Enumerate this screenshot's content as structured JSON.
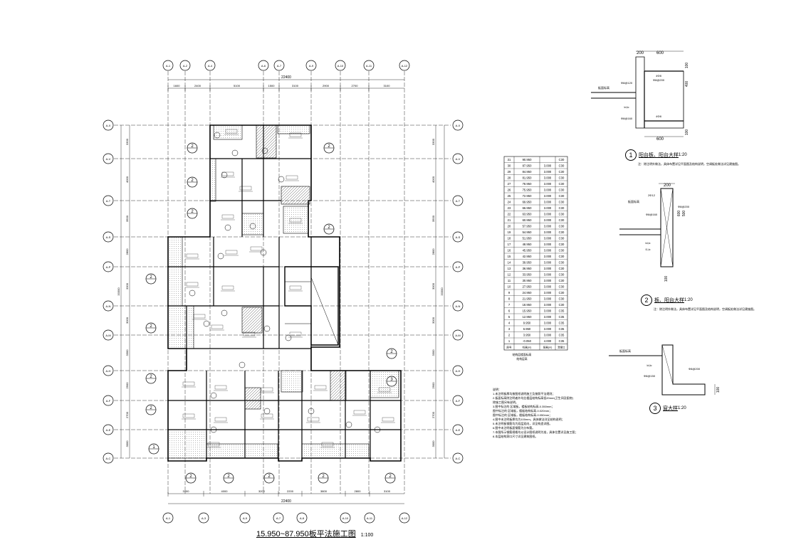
{
  "plan": {
    "title": "15.950~87.950板平法施工图",
    "scale": "1:100",
    "top_axes": [
      "A-1",
      "A-2",
      "A-4",
      "A-6",
      "A-7",
      "A-9",
      "A-10",
      "A-11",
      "A-12"
    ],
    "bottom_axes": [
      "A-1",
      "A-3",
      "A-5",
      "A-7",
      "A-8",
      "A-10",
      "A-11",
      "A-12"
    ],
    "left_axes": [
      "A-X",
      "A-V",
      "A-T",
      "A-S",
      "A-P",
      "A-N",
      "A-M",
      "A-H",
      "A-F",
      "A-E",
      "A-C"
    ],
    "right_axes": [
      "A-X",
      "A-V",
      "A-T",
      "A-S",
      "A-P",
      "A-N",
      "A-M",
      "A-H",
      "A-F",
      "A-E",
      "A-C"
    ],
    "top_total_dim": "22400",
    "top_dims": [
      "1600",
      "2400",
      "5100",
      "1500",
      "3100",
      "2900",
      "2700",
      "3100"
    ],
    "bottom_total_dim": "22400",
    "bottom_dims": [
      "3400",
      "4000",
      "3200",
      "2200",
      "3800",
      "2800",
      "3100"
    ],
    "left_dims": [
      "3300",
      "4000",
      "3500",
      "2800",
      "3300",
      "3000",
      "3300",
      "2900",
      "2700",
      "3000"
    ],
    "right_dims": [
      "3300",
      "4000",
      "3500",
      "2800",
      "3000",
      "3000",
      "3300",
      "2900",
      "2700",
      "3000"
    ],
    "left_total_dim": "33300",
    "right_total_dim": "33300",
    "section_callouts_left": [
      "2",
      "2",
      "2",
      "2",
      "2",
      "2",
      "2",
      "1"
    ],
    "section_callouts_right": [
      "2",
      "2",
      "2",
      "3"
    ],
    "section_callouts_bottom": [
      "2",
      "2",
      "2",
      "2",
      "2"
    ]
  },
  "floor_table": {
    "rows": [
      [
        "31",
        "90.950",
        "",
        "C30"
      ],
      [
        "30",
        "87.950",
        "3.000",
        "C30"
      ],
      [
        "29",
        "84.950",
        "3.000",
        "C30"
      ],
      [
        "28",
        "81.950",
        "3.000",
        "C30"
      ],
      [
        "27",
        "78.950",
        "3.000",
        "C30"
      ],
      [
        "26",
        "75.950",
        "3.000",
        "C30"
      ],
      [
        "25",
        "72.950",
        "3.000",
        "C30"
      ],
      [
        "24",
        "69.950",
        "3.000",
        "C30"
      ],
      [
        "23",
        "66.950",
        "3.000",
        "C30"
      ],
      [
        "22",
        "63.950",
        "3.000",
        "C30"
      ],
      [
        "21",
        "60.950",
        "3.000",
        "C30"
      ],
      [
        "20",
        "57.950",
        "3.000",
        "C30"
      ],
      [
        "19",
        "54.950",
        "3.000",
        "C30"
      ],
      [
        "18",
        "51.950",
        "3.000",
        "C30"
      ],
      [
        "17",
        "48.950",
        "3.000",
        "C30"
      ],
      [
        "16",
        "45.950",
        "3.000",
        "C30"
      ],
      [
        "15",
        "42.950",
        "3.000",
        "C30"
      ],
      [
        "14",
        "39.950",
        "3.000",
        "C30"
      ],
      [
        "13",
        "36.950",
        "3.000",
        "C30"
      ],
      [
        "12",
        "33.950",
        "3.000",
        "C30"
      ],
      [
        "11",
        "30.950",
        "3.000",
        "C30"
      ],
      [
        "10",
        "27.950",
        "3.000",
        "C30"
      ],
      [
        "9",
        "24.950",
        "3.000",
        "C30"
      ],
      [
        "8",
        "21.950",
        "3.000",
        "C30"
      ],
      [
        "7",
        "18.950",
        "3.000",
        "C30"
      ],
      [
        "6",
        "15.950",
        "3.000",
        "C35"
      ],
      [
        "5",
        "12.950",
        "3.000",
        "C35"
      ],
      [
        "4",
        "9.950",
        "3.000",
        "C35"
      ],
      [
        "3",
        "6.950",
        "3.000",
        "C35"
      ],
      [
        "2",
        "3.950",
        "3.000",
        "C35"
      ],
      [
        "1",
        "-0.050",
        "4.000",
        "C35"
      ]
    ],
    "footer": [
      "层号",
      "标高(m)",
      "层高(m)",
      "混凝土"
    ],
    "caption": "结构层楼面标高",
    "caption2": "结构层高"
  },
  "notes": {
    "title": "说明：",
    "lines": [
      "1.未注明板厚均按图纸说明施工及按照平法规则；",
      "2.板面标高除注明者外均比楼层结构标高低20mm(卫生间及厨房)",
      "   除施工图另有说明。",
      "3.图中标注的 区域板，楼板结构标高-0.350mm；",
      "   图中标注的 区域板，楼板结构标高-0.020mm；",
      "   图中标注的 区域板，楼板结构标高-0.050mm；",
      "4.图中未注明板厚均为100mm，具体做法详见结构说明；",
      "5.未注明板钢筋均为双层双向，详见构造详图。",
      "6.图中未注明板面钢筋为分布筋。",
      "7.本图所示钢筋规格均以设计图纸说明为准，具体位置详见施工图；",
      "8.本层结构洞口尺寸详见建筑图纸。"
    ]
  },
  "details": [
    {
      "num": "1",
      "label": "阳台板、阳台大样",
      "scale": "1:20",
      "note": "注：除注明外做法，具体布置详见平面图及结构说明，空调板处做法详见建施图。",
      "dims": [
        "200",
        "600",
        "100",
        "400",
        "100",
        "600"
      ],
      "rebar": [
        "4Φ8",
        "Φ8@200",
        "Φ8@120",
        "4Φ8",
        "Φ8@160"
      ],
      "tags": [
        "板面标高",
        "ld,lc"
      ]
    },
    {
      "num": "2",
      "label": "板、阳台大样",
      "scale": "1:20",
      "note": "注：除注明外做法，具体布置详见平面图及结构说明，空调板处做法详见建施图。",
      "dims": [
        "200",
        "600",
        "500",
        "100"
      ],
      "rebar": [
        "2Φ12",
        "Φ8@200",
        "Φ8@160"
      ],
      "tags": [
        "板面标高",
        "ld,lc",
        "l1,lc"
      ]
    },
    {
      "num": "3",
      "label": "窗大样",
      "scale": "1:20",
      "dims": [
        "100"
      ],
      "rebar": [
        "Φ8@200",
        "Φ8@150"
      ],
      "tags": [
        "板面标高",
        "ld,lc"
      ]
    }
  ],
  "colors": {
    "line": "#000000",
    "hatch": "#555555",
    "background": "#ffffff"
  }
}
